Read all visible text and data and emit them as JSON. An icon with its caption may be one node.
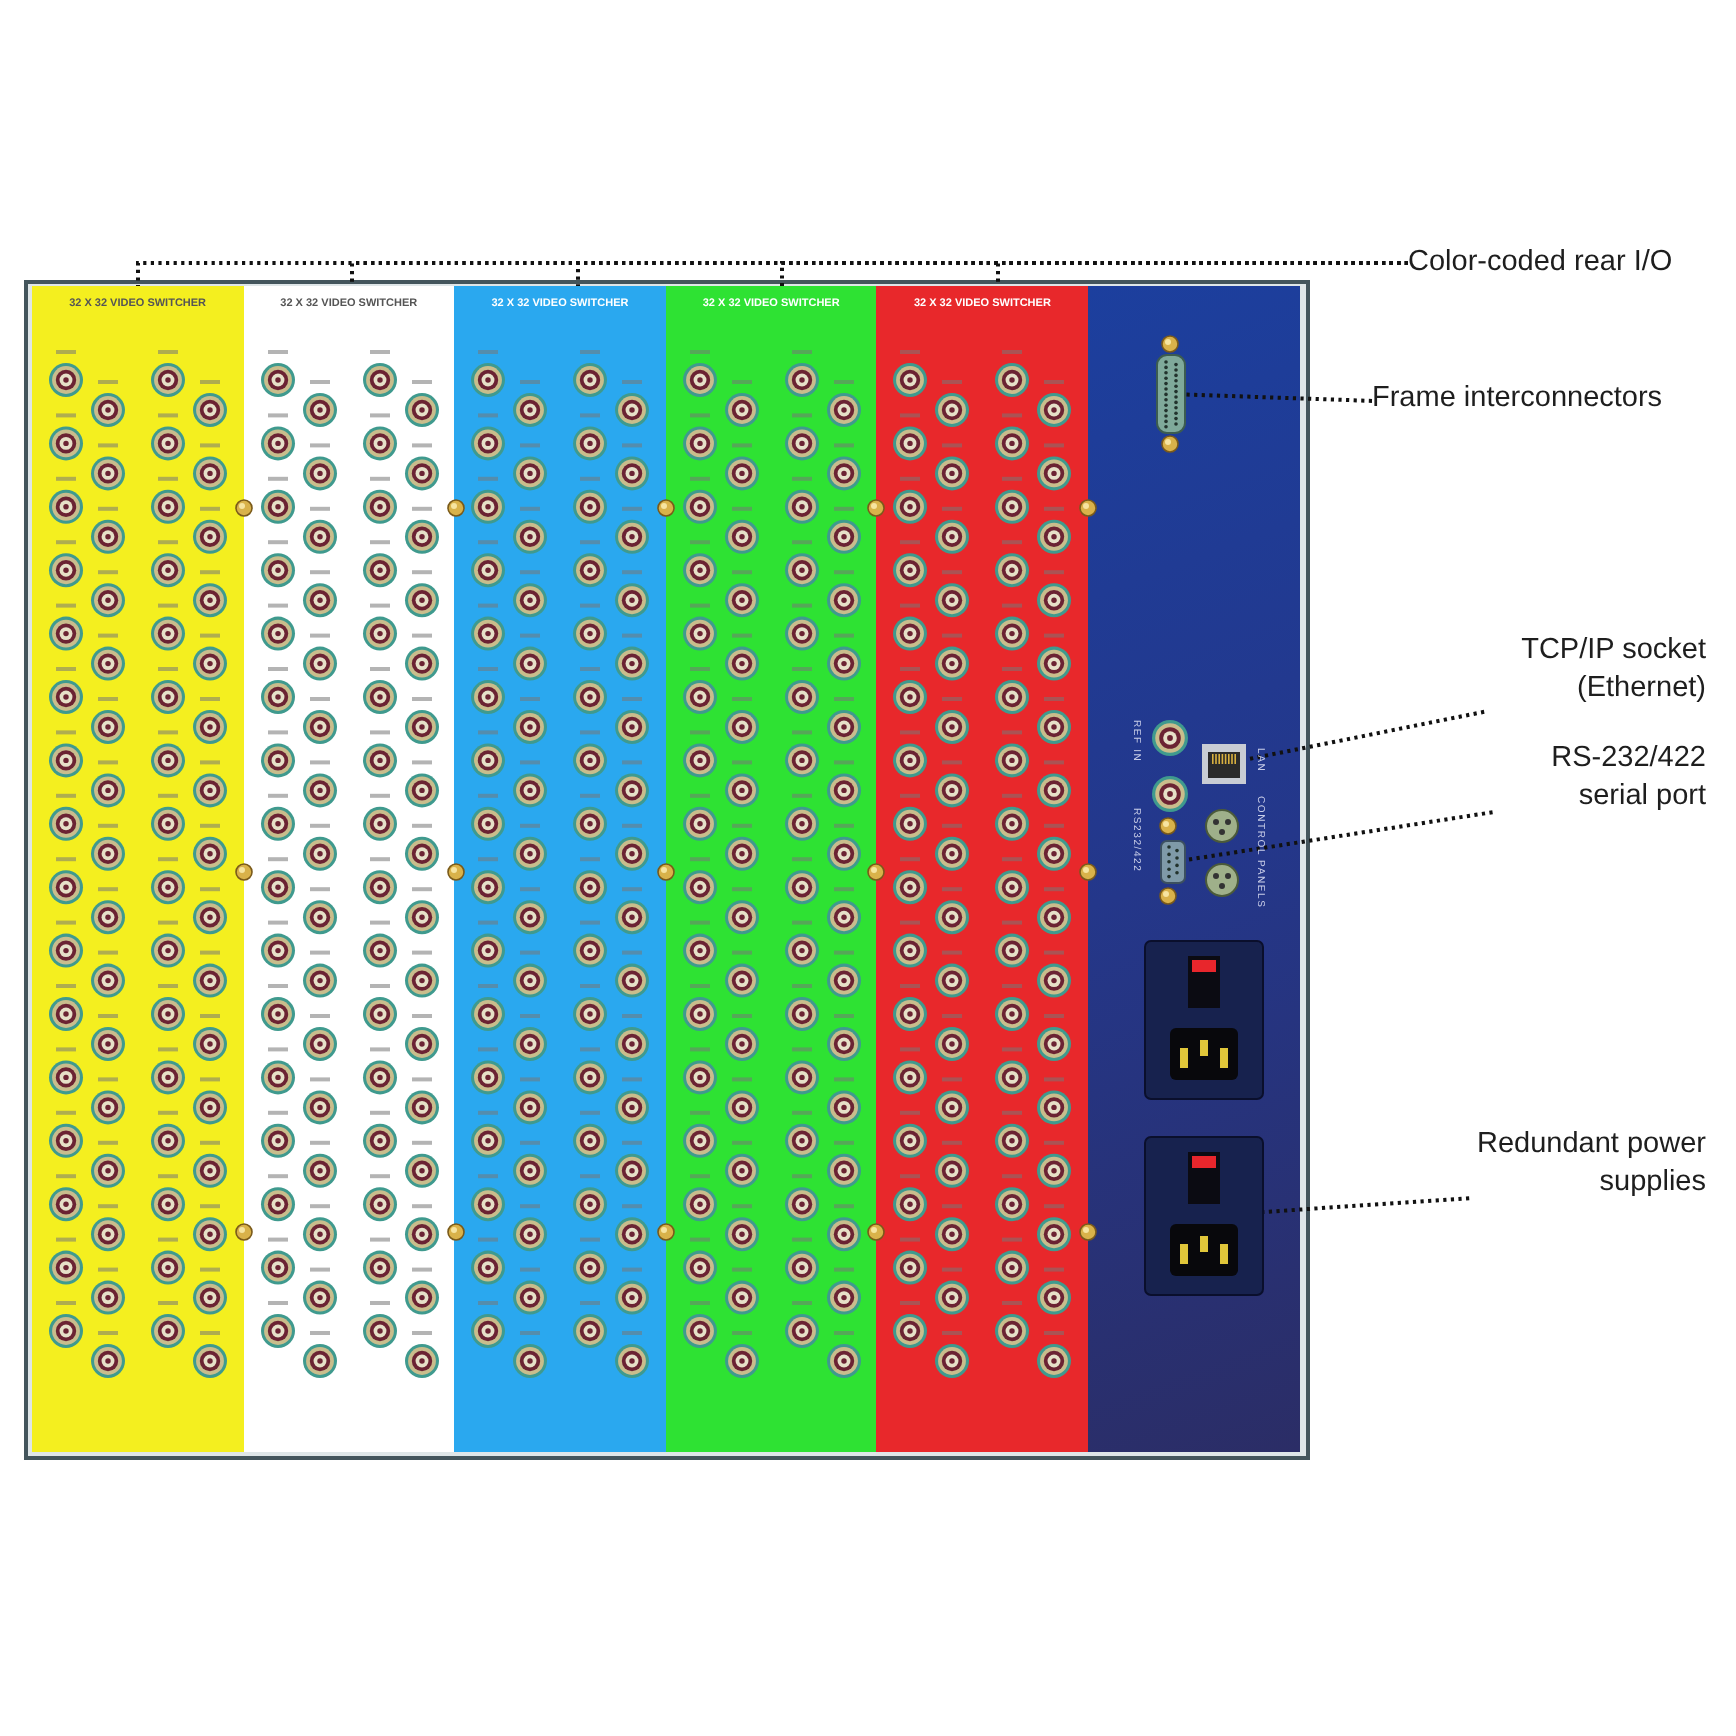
{
  "diagram": {
    "nodes": [
      {
        "text": [
          "Color-coded rear I/O"
        ]
      },
      {
        "text": [
          "Frame interconnectors"
        ]
      },
      {
        "text": [
          "TCP/IP socket (Ethernet)"
        ]
      },
      {
        "text": [
          "RS-232/422 serial port"
        ]
      },
      {
        "text": [
          "Redundant power supplies"
        ]
      },
      {
        "text": [
          "32 X 32 VIDEO SWITCHER"
        ]
      },
      {
        "text": [
          "32 X 32 VIDEO SWITCHER"
        ]
      },
      {
        "text": [
          "32 X 32 VIDEO SWITCHER"
        ]
      },
      {
        "text": [
          "32 X 32 VIDEO SWITCHER"
        ]
      },
      {
        "text": [
          "32 X 32 VIDEO SWITCHER"
        ]
      },
      {
        "text": [],
        "shape": "picture"
      },
      {
        "text": [],
        "shape": "picture"
      },
      {
        "text": [],
        "shape": "picture"
      },
      {
        "text": [],
        "shape": "picture"
      },
      {
        "text": [],
        "shape": "picture"
      }
    ],
    "edges": [
      {
        "from": 0,
        "to": 5,
        "arrow": "none"
      },
      {
        "from": 0,
        "to": 6,
        "arrow": "none"
      },
      {
        "from": 0,
        "to": 7,
        "arrow": "none"
      },
      {
        "from": 0,
        "to": 8,
        "arrow": "none"
      },
      {
        "from": 0,
        "to": 9,
        "arrow": "none"
      },
      {
        "from": 1,
        "to": 10,
        "arrow": "none"
      },
      {
        "from": 2,
        "to": 11,
        "arrow": "none"
      },
      {
        "from": 3,
        "to": 12,
        "arrow": "none"
      },
      {
        "from": 4,
        "to": 14,
        "arrow": "none"
      }
    ],
    "labels": [
      "REF IN",
      "LAN",
      "RS232/422",
      "CONTROL PANELS"
    ]
  }
}
